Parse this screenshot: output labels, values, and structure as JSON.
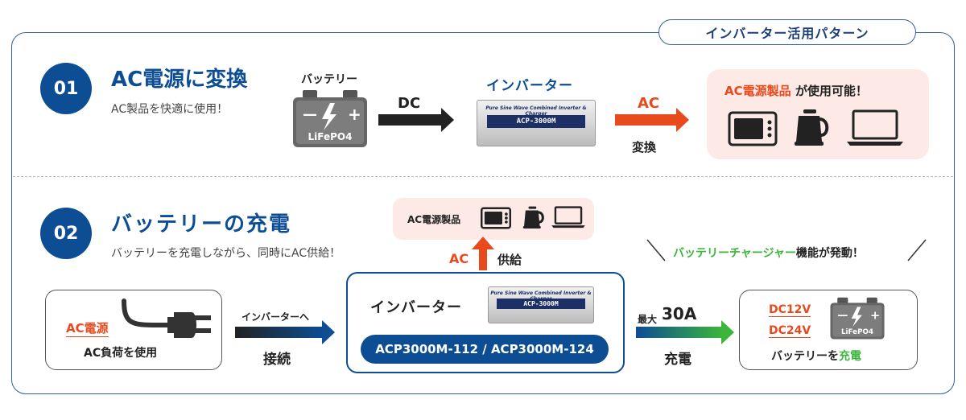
{
  "header": {
    "tag": "インバーター活用パターン"
  },
  "section1": {
    "num": "01",
    "title": "AC電源に変換",
    "subtitle": "AC製品を快適に使用！",
    "battery_label": "バッテリー",
    "battery_text": "LiFePO4",
    "dc_label": "DC",
    "inverter_label": "インバーター",
    "inverter_model": "ACP-3000M",
    "inverter_tagline": "Pure Sine Wave Combined Inverter & Charger",
    "ac_label": "AC",
    "convert_label": "変換",
    "products_highlight": "AC電源製品",
    "products_suffix": " が使用可能！"
  },
  "section2": {
    "num": "02",
    "title": "バッテリーの充電",
    "subtitle": "バッテリーを充電しながら、同時にAC供給！",
    "products_label": "AC電源製品",
    "ac_label": "AC",
    "supply_label": "供給",
    "charger_note_green": "バッテリーチャージャー",
    "charger_note_rest": "機能が発動！",
    "ac_power_label": "AC電源",
    "ac_load_label": "AC負荷を使用",
    "to_inverter_label": "インバーターへ",
    "connect_label": "接続",
    "inverter_label": "インバーター",
    "inverter_model": "ACP-3000M",
    "model_pill": "ACP3000M-112 / ACP3000M-124",
    "max_label": "最大",
    "max_value": "30A",
    "charge_label": "充電",
    "dc12": "DC12V",
    "dc24": "DC24V",
    "battery_text": "LiFePO4",
    "battery_charge_prefix": "バッテリーを",
    "battery_charge_word": "充電"
  },
  "colors": {
    "brand": "#0d4d93",
    "accent": "#e8491d",
    "green": "#3cb53c",
    "pink": "#fde9e5"
  }
}
